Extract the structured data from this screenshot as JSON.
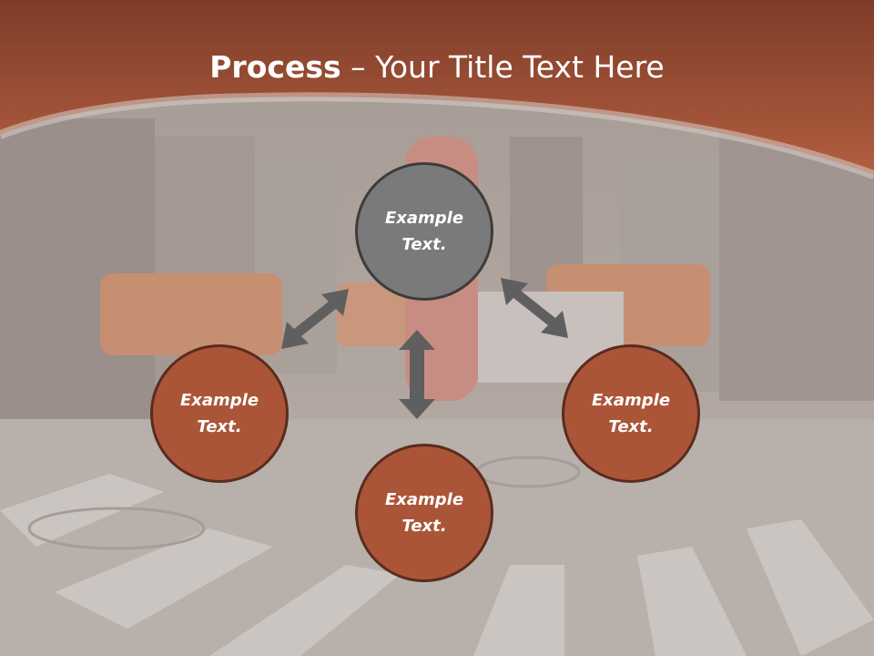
{
  "slide": {
    "title_bold": "Process",
    "title_rest": " – Your Title Text Here"
  },
  "nodes": {
    "center": {
      "line1": "Example",
      "line2": "Text."
    },
    "left": {
      "line1": "Example",
      "line2": "Text."
    },
    "bottom": {
      "line1": "Example",
      "line2": "Text."
    },
    "right": {
      "line1": "Example",
      "line2": "Text."
    }
  },
  "colors": {
    "header_brown": "#a0533a",
    "node_fill": "#ab5538",
    "center_fill": "#7a7a7a",
    "arrow_gray": "#5f5f5f"
  }
}
